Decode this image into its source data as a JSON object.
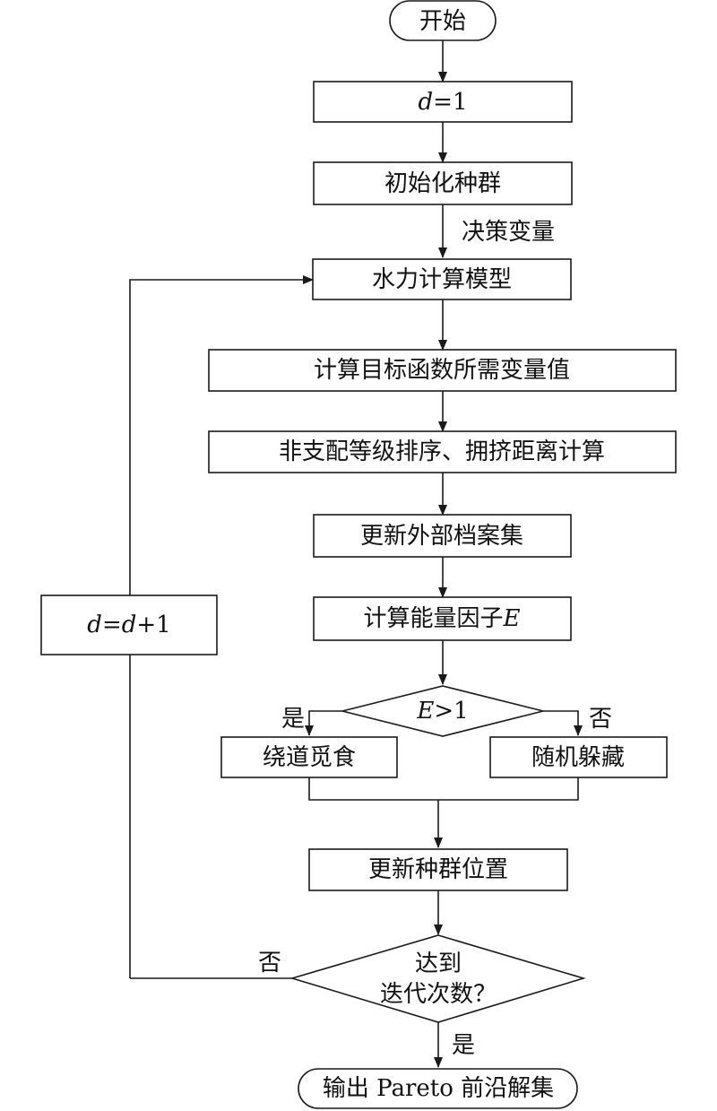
{
  "start": "开始",
  "init_d": {
    "var": "d",
    "rest": "=1"
  },
  "init_pop": "初始化种群",
  "decision_vars": "决策变量",
  "hydraulic_model": "水力计算模型",
  "calc_vars": "计算目标函数所需变量值",
  "sort": "非支配等级排序、拥挤距离计算",
  "update_archive": "更新外部档案集",
  "energy": {
    "text": "计算能量因子",
    "var": "E"
  },
  "decision_E": {
    "var": "E",
    "rest": ">1"
  },
  "yes": "是",
  "no": "否",
  "detour_foraging": "绕道觅食",
  "random_hiding": "随机躲藏",
  "update_position": "更新种群位置",
  "iteration": {
    "line1": "达到",
    "line2": "迭代次数？"
  },
  "increment": {
    "d1": "d",
    "eq": "=",
    "d2": "d",
    "rest": "+1"
  },
  "output": "输出 Pareto 前沿解集"
}
